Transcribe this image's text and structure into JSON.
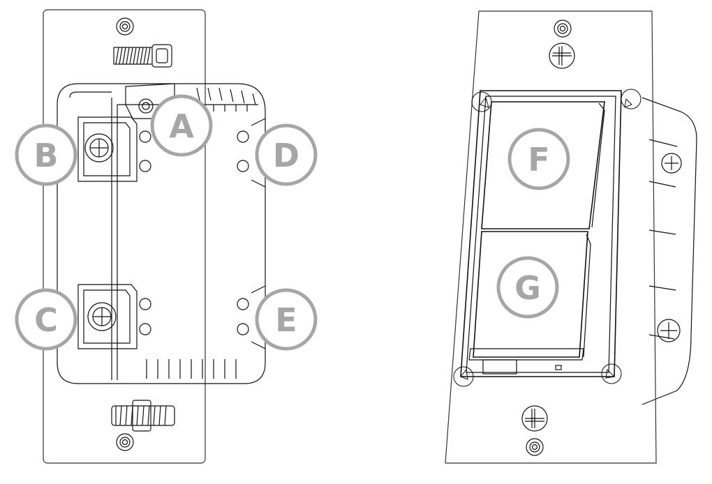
{
  "colors": {
    "line": "#111111",
    "light_line": "#555555",
    "callout": "#a6a6a6",
    "background": "#ffffff"
  },
  "callouts": {
    "A": "A",
    "B": "B",
    "C": "C",
    "D": "D",
    "E": "E",
    "F": "F",
    "G": "G"
  },
  "icons": {
    "screw": "screw-icon",
    "mounting_hole": "mounting-hole-icon",
    "terminal": "terminal-screw-icon",
    "led": "led-indicator-icon"
  }
}
